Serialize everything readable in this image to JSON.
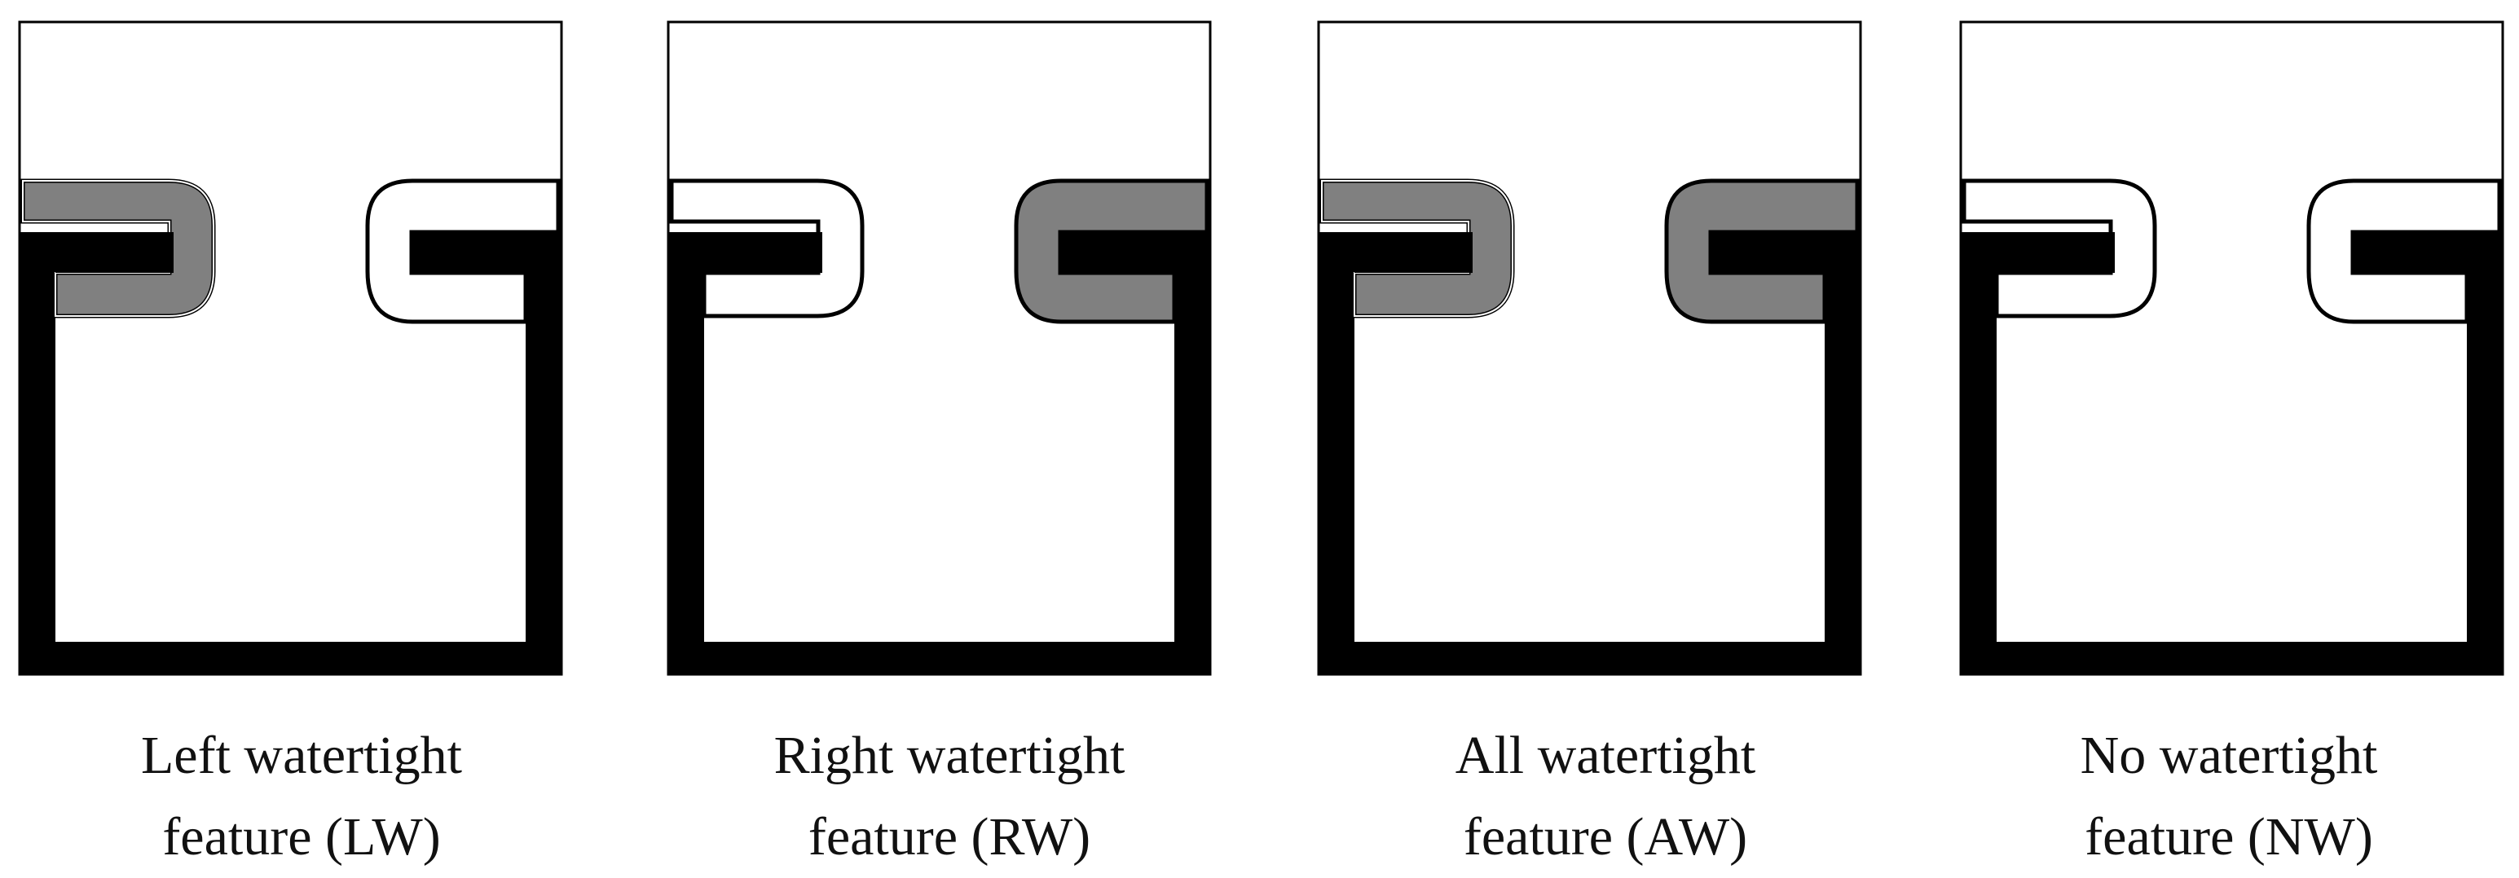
{
  "figure": {
    "panels": [
      {
        "id": "LW",
        "caption_line1": "Left watertight",
        "caption_line2": "feature (LW)",
        "left_seal": true,
        "right_seal": false
      },
      {
        "id": "RW",
        "caption_line1": "Right watertight",
        "caption_line2": "feature (RW)",
        "left_seal": false,
        "right_seal": true
      },
      {
        "id": "AW",
        "caption_line1": "All watertight",
        "caption_line2": "feature (AW)",
        "left_seal": true,
        "right_seal": true
      },
      {
        "id": "NW",
        "caption_line1": "No watertight",
        "caption_line2": "feature (NW)",
        "left_seal": false,
        "right_seal": false
      }
    ],
    "colors": {
      "wall": "#000000",
      "seal_fill": "#808080",
      "background": "#ffffff"
    }
  }
}
